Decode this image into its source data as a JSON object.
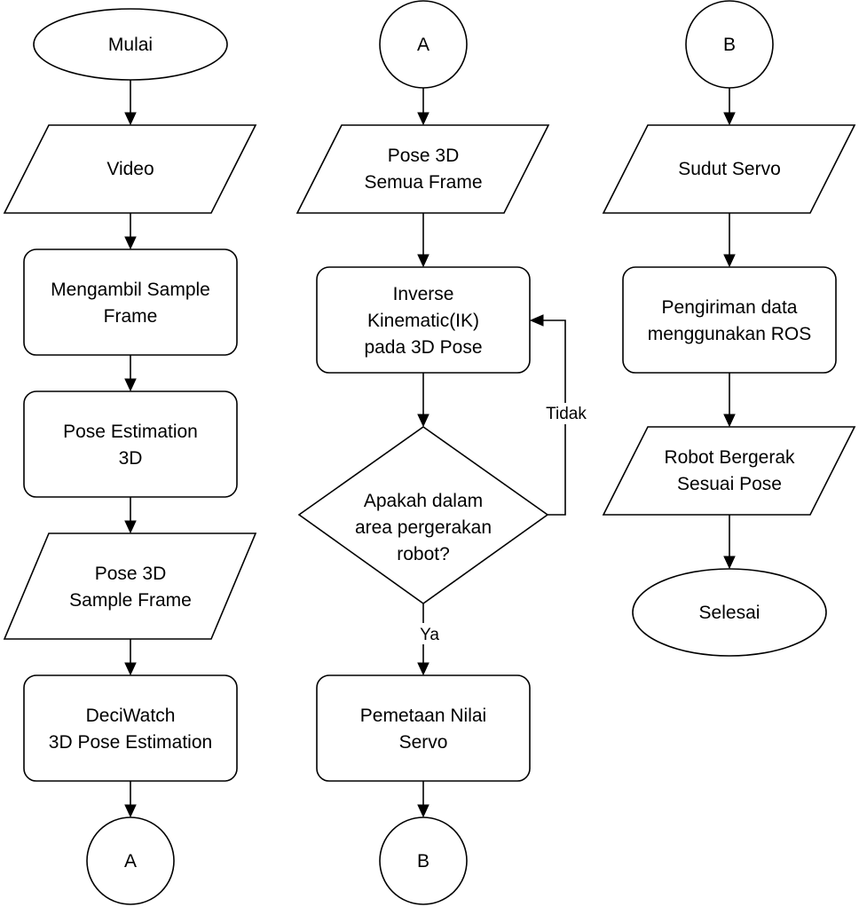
{
  "colors": {
    "stroke": "#000000",
    "fill": "#ffffff",
    "text": "#000000"
  },
  "nodes": {
    "mulai": [
      "Mulai"
    ],
    "video": [
      "Video"
    ],
    "mengambil_sample_frame": [
      "Mengambil Sample",
      "Frame"
    ],
    "pose_estimation_3d": [
      "Pose Estimation",
      "3D"
    ],
    "pose_3d_sample_frame": [
      "Pose 3D",
      "Sample Frame"
    ],
    "deciwatch": [
      "DeciWatch",
      "3D Pose Estimation"
    ],
    "connector_a_out": [
      "A"
    ],
    "connector_a_in": [
      "A"
    ],
    "pose_3d_semua_frame": [
      "Pose 3D",
      "Semua Frame"
    ],
    "inverse_kinematic": [
      "Inverse",
      "Kinematic(IK)",
      "pada 3D Pose"
    ],
    "decision_area": [
      "Apakah dalam",
      "area pergerakan",
      "robot?"
    ],
    "pemetaan_nilai_servo": [
      "Pemetaan Nilai",
      "Servo"
    ],
    "connector_b_out": [
      "B"
    ],
    "connector_b_in": [
      "B"
    ],
    "sudut_servo": [
      "Sudut Servo"
    ],
    "pengiriman_data": [
      "Pengiriman data",
      "menggunakan ROS"
    ],
    "robot_bergerak": [
      "Robot Bergerak",
      "Sesuai Pose"
    ],
    "selesai": [
      "Selesai"
    ]
  },
  "edge_labels": {
    "tidak": "Tidak",
    "ya": "Ya"
  }
}
